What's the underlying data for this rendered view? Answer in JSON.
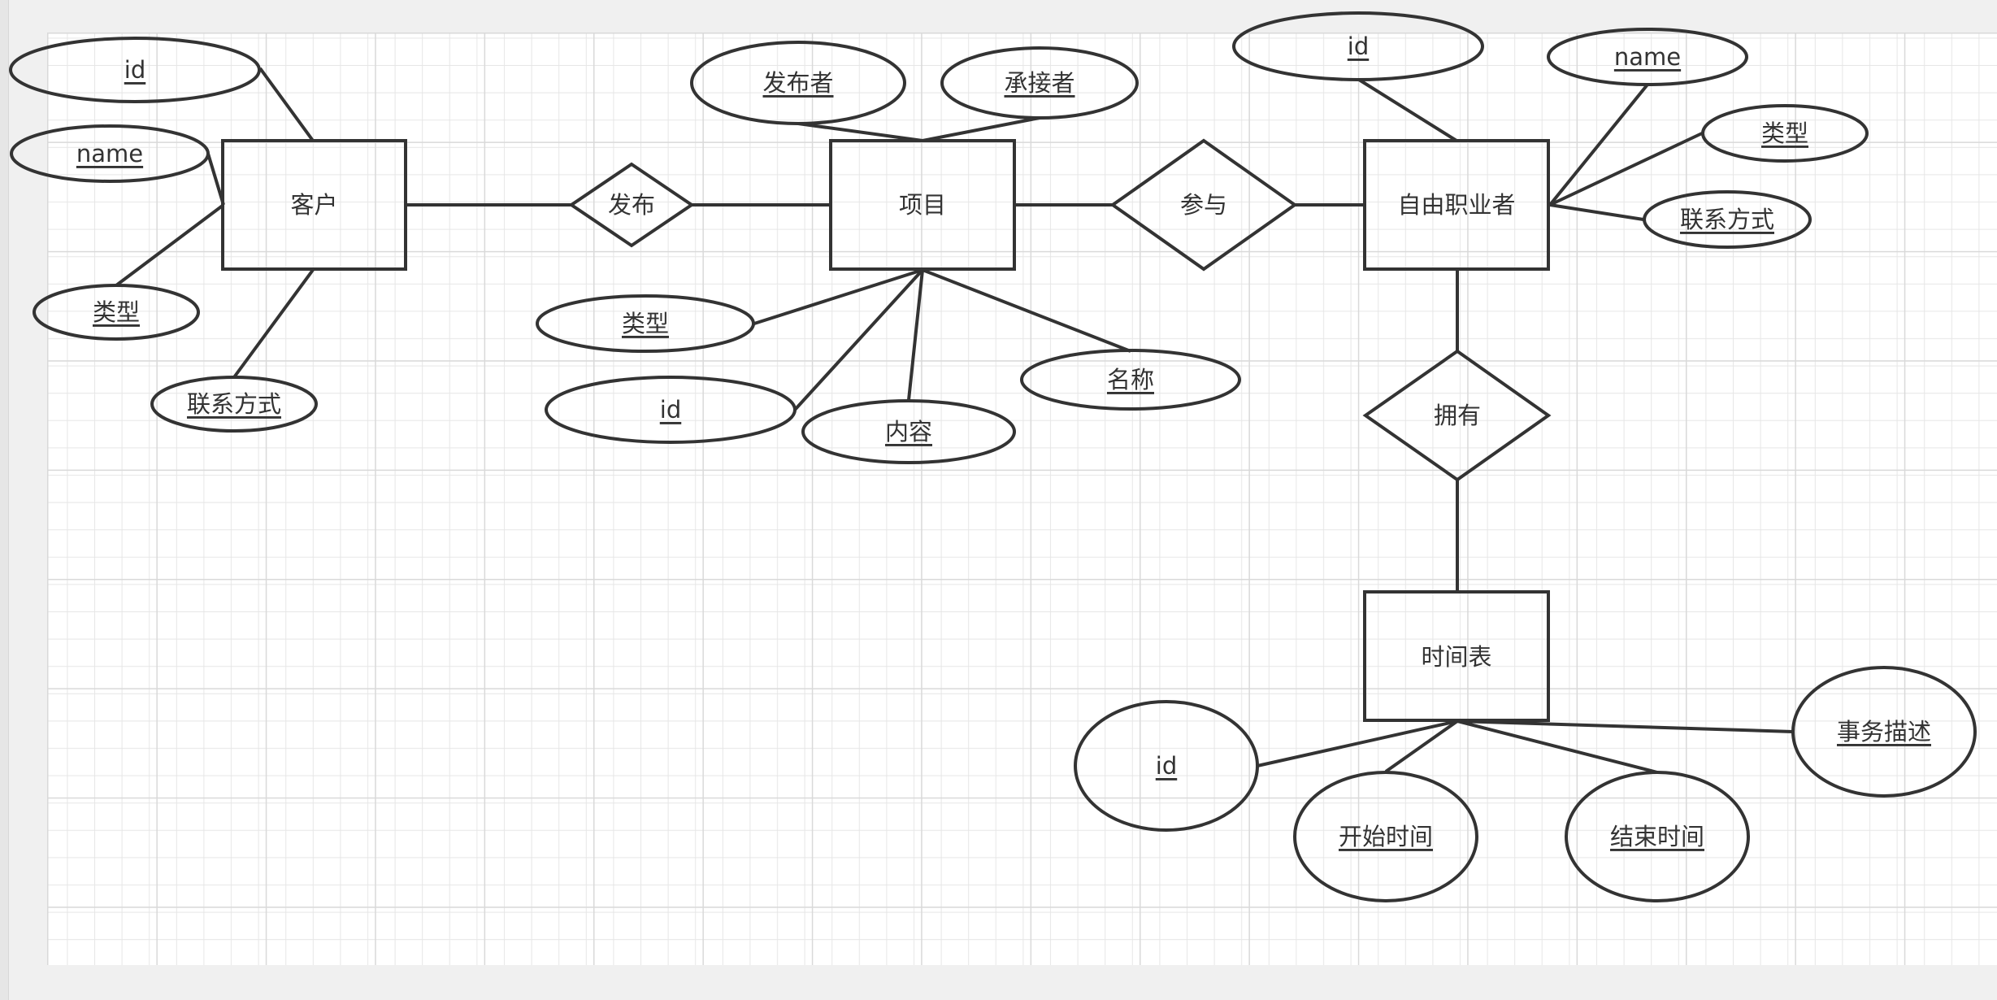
{
  "diagram": {
    "entities": {
      "customer": "客户",
      "project": "项目",
      "freelancer": "自由职业者",
      "schedule": "时间表"
    },
    "relationships": {
      "publish": "发布",
      "participate": "参与",
      "own": "拥有"
    },
    "attributes": {
      "customer": {
        "id": "id",
        "name": "name",
        "type": "类型",
        "contact": "联系方式"
      },
      "project": {
        "publisher": "发布者",
        "contractor": "承接者",
        "type": "类型",
        "id": "id",
        "content": "内容",
        "name": "名称"
      },
      "freelancer": {
        "id": "id",
        "name": "name",
        "type": "类型",
        "contact": "联系方式"
      },
      "schedule": {
        "id": "id",
        "start_time": "开始时间",
        "end_time": "结束时间",
        "description": "事务描述"
      }
    }
  },
  "colors": {
    "stroke": "#333333",
    "grid_minor": "#e4e4e4",
    "grid_major": "#d6d6d6",
    "page": "#ffffff",
    "background": "#f0f0f0"
  }
}
